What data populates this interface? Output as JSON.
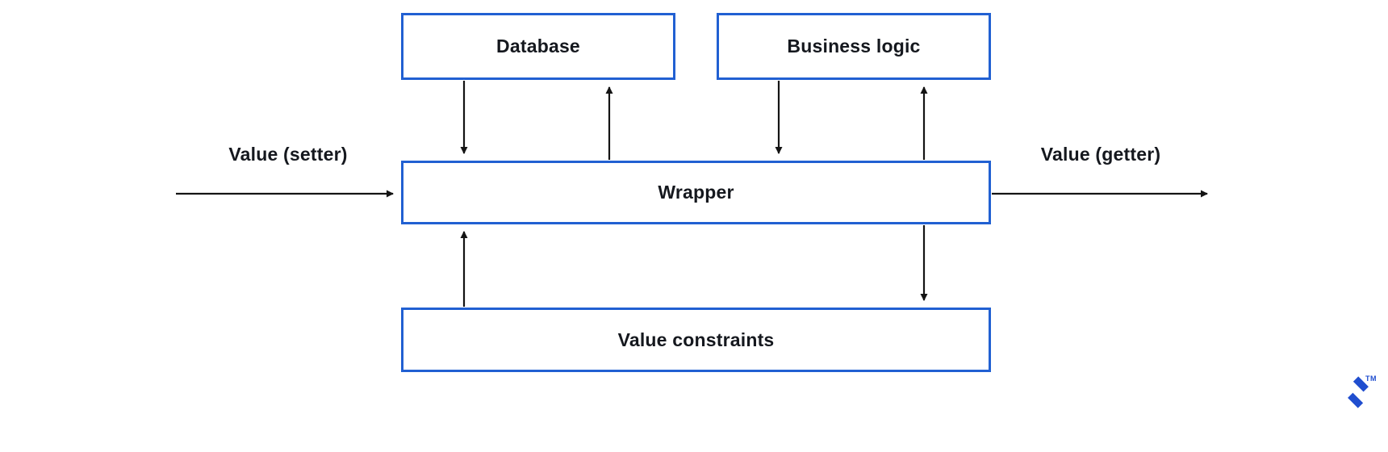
{
  "diagram": {
    "boxes": {
      "database": {
        "label": "Database"
      },
      "business_logic": {
        "label": "Business logic"
      },
      "wrapper": {
        "label": "Wrapper"
      },
      "value_constraints": {
        "label": "Value constraints"
      }
    },
    "labels": {
      "setter": "Value (setter)",
      "getter": "Value (getter)"
    },
    "logo": {
      "trademark": "TM"
    },
    "colors": {
      "box_border": "#2160d2",
      "arrow": "#141414",
      "text": "#15181e",
      "logo": "#204ecf",
      "background": "#ffffff"
    }
  }
}
